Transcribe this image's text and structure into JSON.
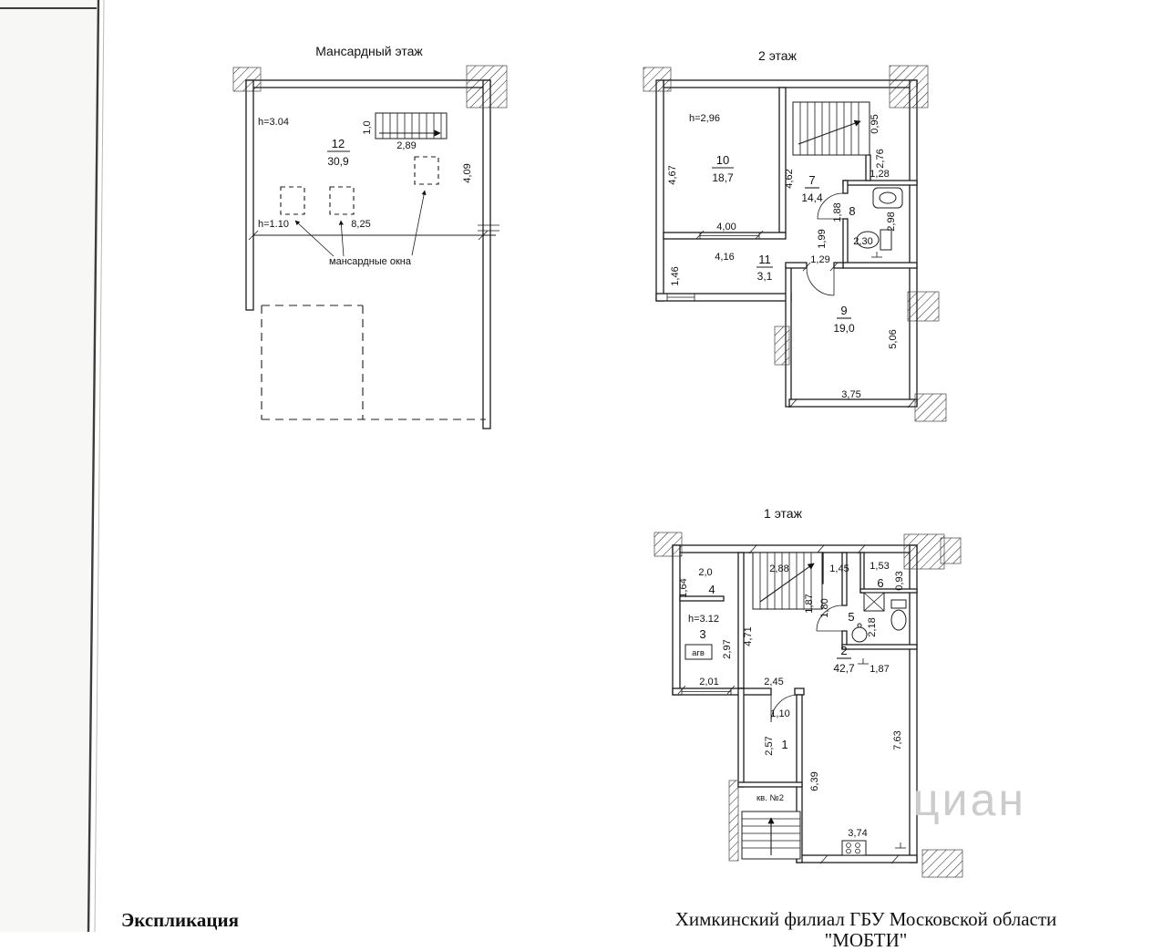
{
  "footer": {
    "explication": "Экспликация",
    "org_line1": "Химкинский филиал ГБУ Московской области",
    "org_line2": "\"МОБТИ\""
  },
  "watermark": "циан",
  "attic": {
    "title": "Мансардный этаж",
    "h_main": "h=3.04",
    "h_knee": "h=1.10",
    "room": {
      "number": "12",
      "area": "30,9"
    },
    "dim_stair_width": "1,0",
    "dim_stair_run": "2,89",
    "dim_right": "4,09",
    "dim_knee": "8,25",
    "note_windows": "мансардные окна"
  },
  "floor2": {
    "title": "2 этаж",
    "h_note": "h=2,96",
    "room10": {
      "number": "10",
      "area": "18,7"
    },
    "room7": {
      "number": "7",
      "area": "14,4"
    },
    "room8": {
      "number": "8"
    },
    "room11": {
      "number": "11",
      "area": "3,1"
    },
    "room9": {
      "number": "9",
      "area": "19,0"
    },
    "dims": {
      "left": "4,67",
      "stair_left": "4,62",
      "stair_top": "0,95",
      "stair_right": "2,76",
      "bath_top": "1,28",
      "bath_left": "1,88",
      "bath_right": "2,98",
      "bath_width": "2,30",
      "hall": "1,99",
      "mid_top": "4,00",
      "mid_bottom": "4,16",
      "door9": "1,29",
      "left_bottom": "1,46",
      "room9_right": "5,06",
      "room9_bottom": "3,75"
    }
  },
  "floor1": {
    "title": "1 этаж",
    "h_note": "h=3.12",
    "room4": {
      "number": "4"
    },
    "room3": {
      "number": "3"
    },
    "room2": {
      "number": "2",
      "area": "42,7"
    },
    "room5": {
      "number": "5"
    },
    "room6": {
      "number": "6"
    },
    "room1": {
      "number": "1"
    },
    "apt_label": "кв. №2",
    "agv_label": "агв",
    "dims": {
      "room4_top": "2,0",
      "room4_left": "1,64",
      "stair_top": "2,88",
      "stair_to_bath": "1,45",
      "room6_top": "1,53",
      "room6_right": "0,93",
      "stair_right1": "1,87",
      "stair_right2": "1,80",
      "bath_inner": "2,18",
      "room3_right": "2,97",
      "mid_vert": "4,71",
      "bath_bottom": "1,87",
      "corr_left": "2,01",
      "corr_right": "2,45",
      "door": "1,10",
      "room1_left": "2,57",
      "right_wall": "7,63",
      "mid_wall": "6,39",
      "bottom": "3,74"
    }
  }
}
